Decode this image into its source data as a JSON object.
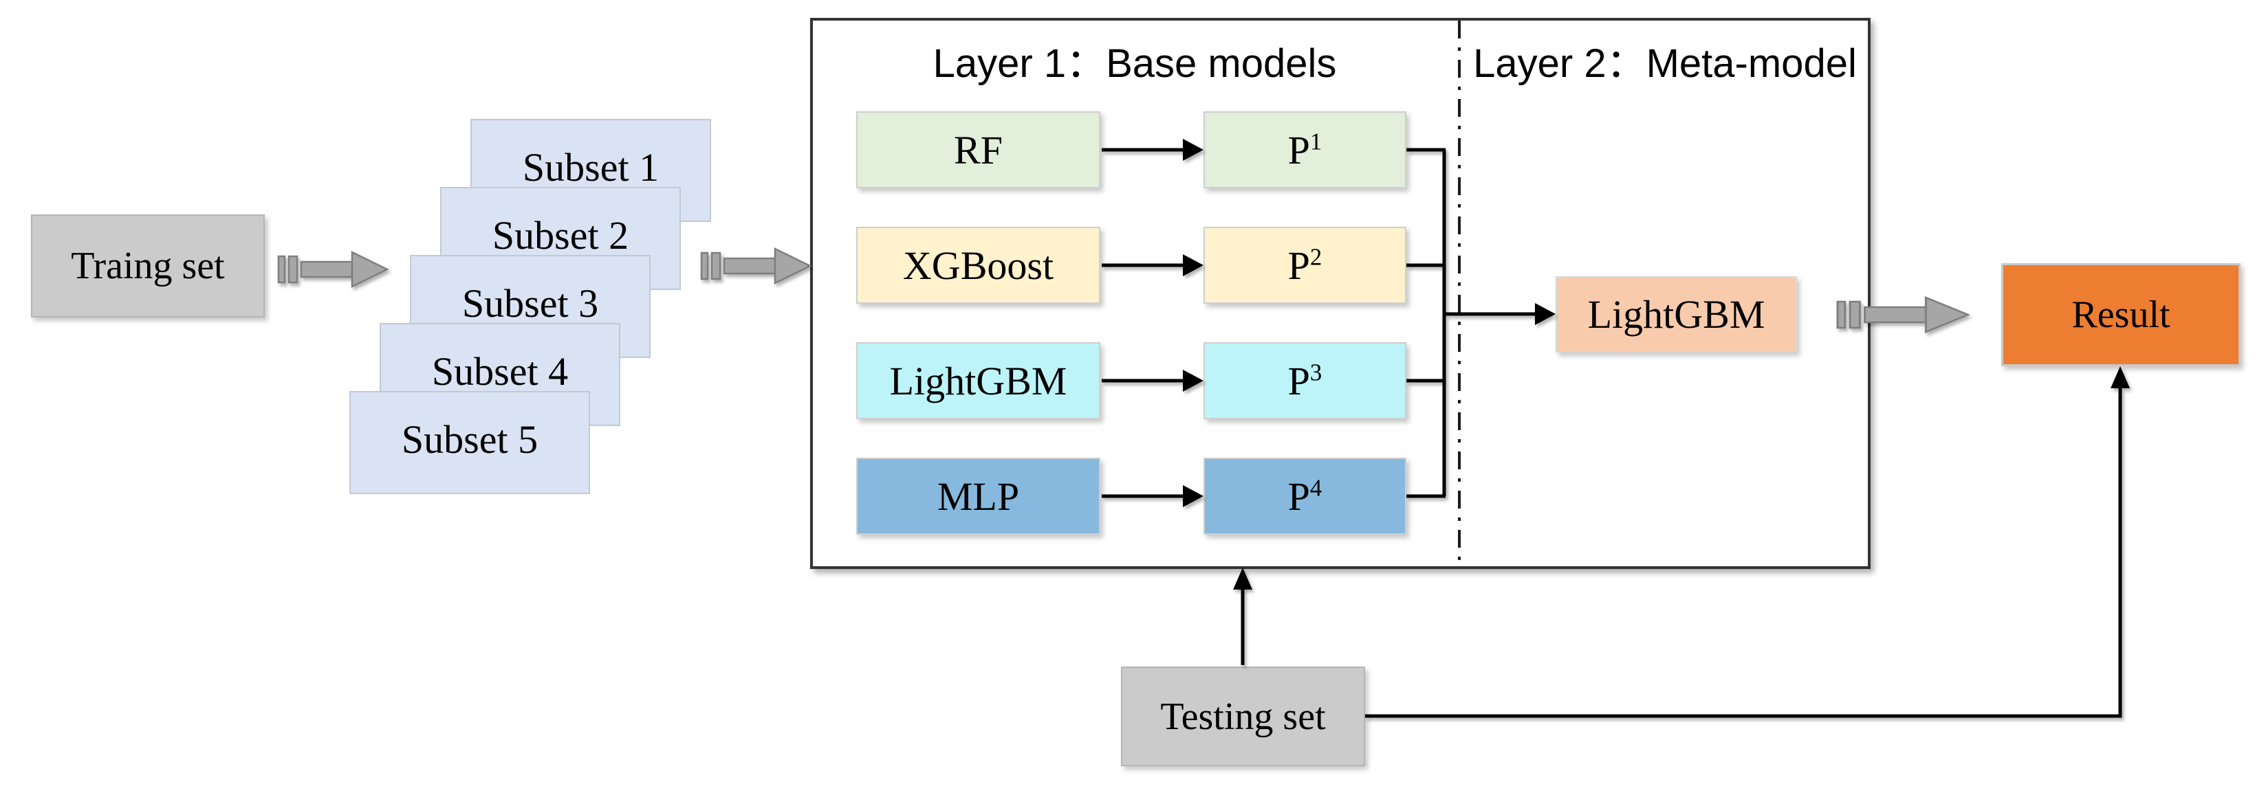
{
  "colors": {
    "gray_box": "#cbcbcb",
    "subset_box": "#dae3f3",
    "rf": "#e2efda",
    "xgboost": "#fff2cc",
    "lightgbm": "#bdf4f9",
    "mlp": "#86b9dd",
    "meta_model": "#f8cbad",
    "result": "#ed7d31",
    "striped_arrow_fill": "#a6a6a6",
    "striped_arrow_stroke": "#7f7f7f",
    "connector": "#000000"
  },
  "training_set": {
    "label": "Traing set"
  },
  "subsets": [
    {
      "label": "Subset 1"
    },
    {
      "label": "Subset 2"
    },
    {
      "label": "Subset 3"
    },
    {
      "label": "Subset 4"
    },
    {
      "label": "Subset 5"
    }
  ],
  "layer1": {
    "title": "Layer 1：Base models",
    "models": [
      {
        "label": "RF",
        "color": "#e2efda",
        "output_base": "P",
        "output_sup": "1"
      },
      {
        "label": "XGBoost",
        "color": "#fff2cc",
        "output_base": "P",
        "output_sup": "2"
      },
      {
        "label": "LightGBM",
        "color": "#bdf4f9",
        "output_base": "P",
        "output_sup": "3"
      },
      {
        "label": "MLP",
        "color": "#86b9dd",
        "output_base": "P",
        "output_sup": "4"
      }
    ]
  },
  "layer2": {
    "title": "Layer 2：Meta-model",
    "model_label": "LightGBM",
    "color": "#f8cbad"
  },
  "result": {
    "label": "Result",
    "color": "#ed7d31"
  },
  "testing_set": {
    "label": "Testing set"
  }
}
